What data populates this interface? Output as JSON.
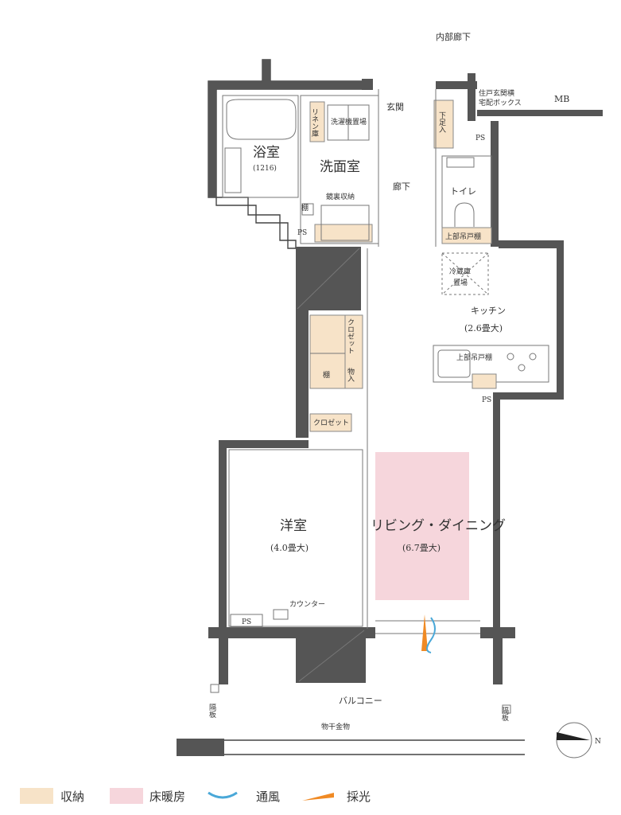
{
  "labels": {
    "inner_corridor": "内部廊下",
    "entrance": "玄関",
    "shoe_storage": "下足入",
    "delivery_box": "住戸玄関横\n宅配ボックス",
    "delivery_box_l1": "住戸玄関横",
    "delivery_box_l2": "宅配ボックス",
    "mb": "MB",
    "ps": "PS",
    "bath": "浴室",
    "bath_size": "(1216)",
    "linen": "リネン庫",
    "washer": "洗濯機置場",
    "washroom": "洗面室",
    "mirror": "鏡裏収納",
    "shelf_small": "棚",
    "hallway": "廊下",
    "toilet": "トイレ",
    "upper_cabinet_toilet": "上部吊戸棚",
    "fridge_l1": "冷蔵庫",
    "fridge_l2": "置場",
    "kitchen": "キッチン",
    "kitchen_size": "(2.6畳大)",
    "upper_cabinet_kitchen": "上部吊戸棚",
    "closet_vertical": "クロゼット",
    "shelf": "棚",
    "storage_v": "物入",
    "closet2": "クロゼット",
    "western_room": "洋室",
    "western_size": "(4.0畳大)",
    "counter": "カウンター",
    "living": "リビング・ダイニング",
    "living_size": "(6.7畳大)",
    "balcony": "バルコニー",
    "partition": "隔板",
    "drying_rack": "物干金物",
    "north": "N"
  },
  "legend": [
    {
      "label": "収納",
      "type": "swatch",
      "color": "#f7e3c8"
    },
    {
      "label": "床暖房",
      "type": "swatch",
      "color": "#f6d6dc"
    },
    {
      "label": "通風",
      "type": "wave",
      "color": "#4aa8d8"
    },
    {
      "label": "採光",
      "type": "triangle",
      "color": "#f08a24"
    }
  ]
}
